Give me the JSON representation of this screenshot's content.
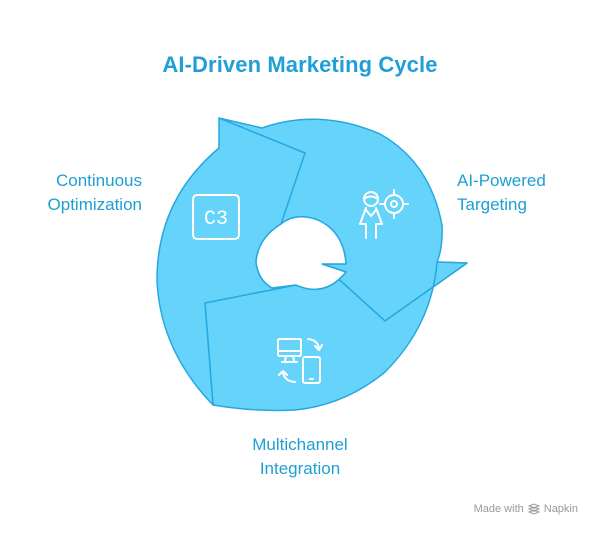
{
  "title": "AI-Driven Marketing Cycle",
  "colors": {
    "ring_fill": "#66d4fa",
    "ring_stroke": "#27a7e0",
    "title": "#1f9fd6",
    "labels": "#1e9fd3",
    "icons": "#ffffff",
    "footer": "#9a9a9a"
  },
  "stages": [
    {
      "id": "continuous-optimization",
      "label_lines": [
        "Continuous",
        "Optimization"
      ],
      "icon": "c3-badge-icon",
      "icon_text": "C3"
    },
    {
      "id": "ai-powered-targeting",
      "label_lines": [
        "AI-Powered",
        "Targeting"
      ],
      "icon": "person-target-icon"
    },
    {
      "id": "multichannel-integration",
      "label_lines": [
        "Multichannel",
        "Integration"
      ],
      "icon": "devices-sync-icon"
    }
  ],
  "footer": {
    "made_with": "Made with",
    "brand": "Napkin",
    "icon": "napkin-logo-icon"
  }
}
